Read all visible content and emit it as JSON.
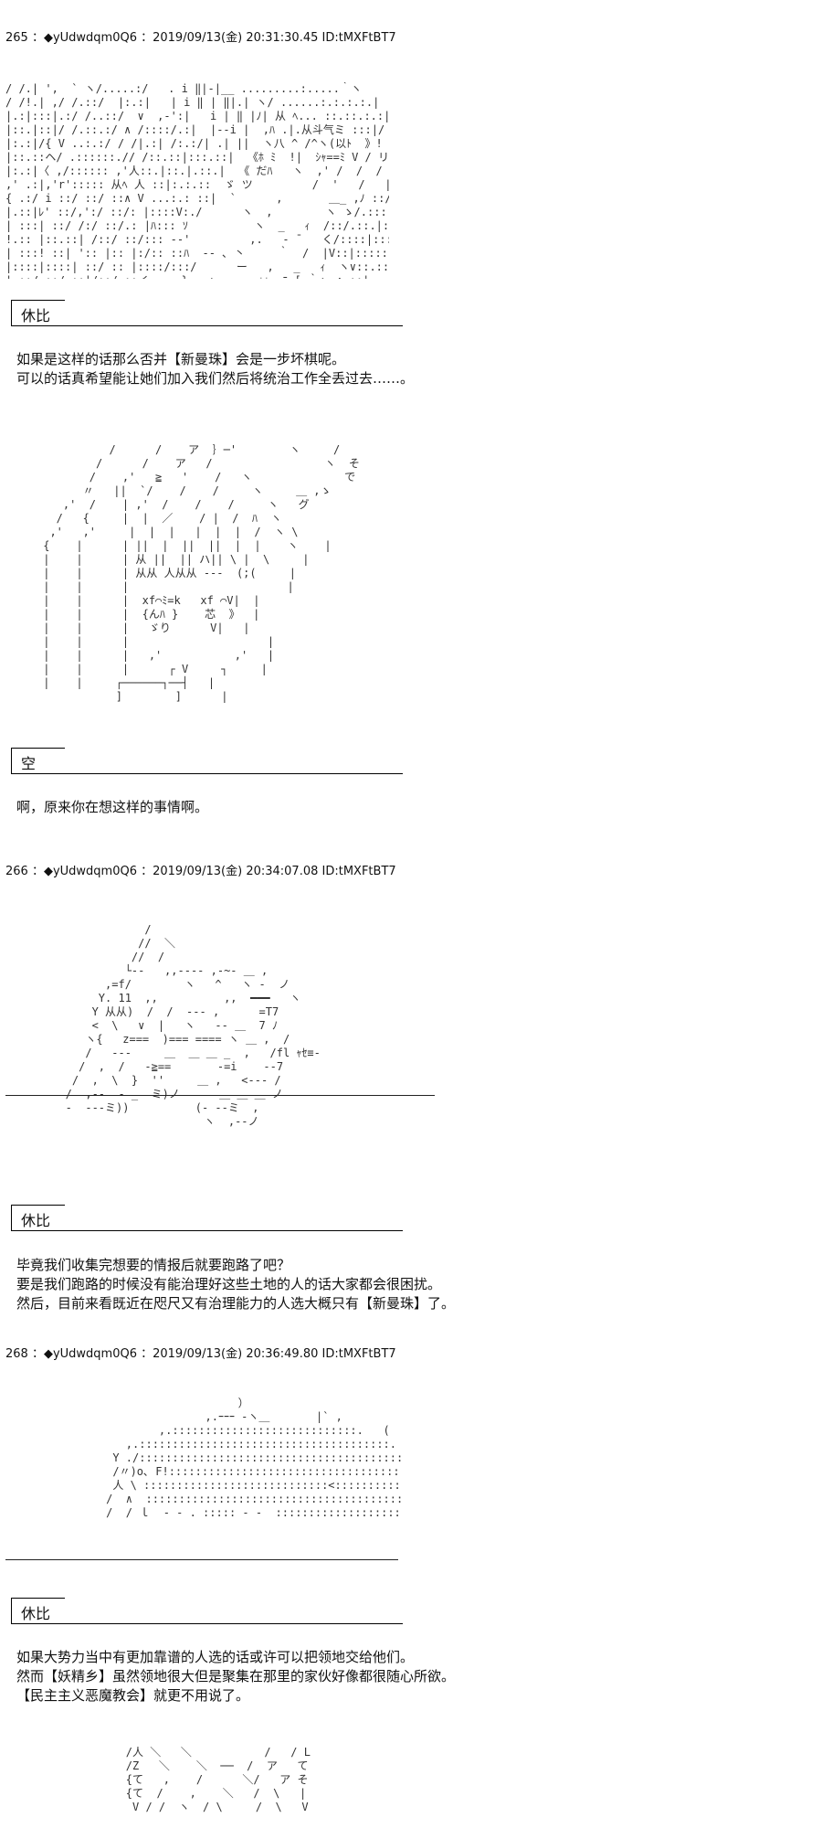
{
  "posts": [
    {
      "header": "265 ：◆yUdwdqm0Q6 ：2019/09/13(金) 20:31:30.45 ID:tMXFtBT7"
    },
    {
      "header": "266 ：◆yUdwdqm0Q6 ：2019/09/13(金) 20:34:07.08 ID:tMXFtBT7"
    },
    {
      "header": "268 ：◆yUdwdqm0Q6 ：2019/09/13(金) 20:36:49.80 ID:tMXFtBT7"
    }
  ],
  "dialogs": [
    {
      "speaker": "休比",
      "lines": [
        "如果是这样的话那么否并【新曼珠】会是一步坏棋呢。",
        "可以的话真希望能让她们加入我们然后将统治工作全丢过去……。"
      ]
    },
    {
      "speaker": "空",
      "lines": [
        "啊，原来你在想这样的事情啊。"
      ]
    },
    {
      "speaker": "休比",
      "lines": [
        "毕竟我们收集完想要的情报后就要跑路了吧？",
        "要是我们跑路的时候没有能治理好这些土地的人的话大家都会很困扰。",
        "然后，目前来看既近在咫尺又有治理能力的人选大概只有【新曼珠】了。"
      ]
    },
    {
      "speaker": "休比",
      "lines": [
        "如果大势力当中有更加靠谱的人选的话或许可以把领地交给他们。",
        "然而【妖精乡】虽然领地很大但是聚集在那里的家伙好像都很随心所欲。",
        "【民主主义恶魔教会】就更不用说了。"
      ]
    }
  ],
  "ascii_art": {
    "aa1": "/ /.| ',  ` ヽ/.....:/   . i ‖|‐|__ .........:.....｀ヽ\n/ /!.| ,/ /.::/  |:.:|   | i ‖ | ‖|.| ヽ/ ......:.:.:.:.| ヽ.V ヽ\n|.:|:::|.:/ /..::/  ∨  ,-':|   i | ‖ |ﾉ| 从 ﾍ... ::.::.:.:| /   \n|::.|::|/ /.::.:/ ∧ /::::/.:|  |‐‐i |  ,ﾊ .|.从斗气ミ :::|/    ゝ\n|:.:|/{ V ..:.:/ / /|.:| /:.:/| .| ||  ヽ八 ^ /^ヽ(以ﾄ  》! :|  /\n|::.::ヘ/ .::::::.// /::.::|:::.::|  《ﾎ ﾐ  !|  ｼｬ==ﾐ V / リ  |:.:|::/  /\n|:.:|〈 ,/:::::: ,'人::.|::.|.::.|  《 だﾊ   ヽ  ,' /  /  /  |〈:.|::.|ﾉ |\n,' .:|,'r'::::: 从ﾍ 人 ::|:.:.::  ゞ ツ         /  '   /   |.::/.:|-‐|\n{ .:/ i ::/ ::/ ::∧ V ...:.: ::|  `      ,       ＿_ ,ﾉ ::/.:: |:::.:|\n|.::|ﾚ' ::/,':/ ::/: |::::V:./      ヽ  ,        ヽ ゝ/.:::|V .::|\n| :::| ::/ /:/ ::/.: |ﾊ::: ｿ          ヽ  _   ｨ  /::/.::.|:::.|\n!.:: |::.::| /::/ ::/::: -‐'         ,.   ‐ ̄    く/::::|:::.:|\n| :::! ::| ':: |:: |:/:: ::ﾊ  -‐ ､ 丶     ｀  /  |V::|:::::|\n|::::|::::| ::/ :: |::::/:::/      ー   ,   _   ｨ  ヽ∨::.::|\n| ::/ ::/.::|/::/ ::イ     }   ヽ  -‐  ｩｩ==ﾆ=[ ｀ヽ ∧ ::|\n|:.:/ ::/:: |:/  /    ,ﾉ   -=ﾆ[ヽ      ヽ /ﾏｨﾊﾉ ﾊ ハ ﾉ",
    "aa2": "           /      /    ア  ｝─'        ヽ     /\n         /      /    ア   /                 ヽ  そ\n        /    ,'   ≧   '    /   ヽ              で\n       〃   ||  `/    /    /     ヽ     ＿ ,ゝ\n    ,'  /    | ,'  /    /    /     ヽ   グ\n   /   {     |  |  ／    / |  /  ﾊ  ヽ\n  ,'   ,'     |  |  |   |  |  |  /  ヽ \\\n {    |      | ||  |  ||  ||  |  |    ヽ    |\n |    |      | 从 ||  || ハ|| \\ |  \\     |\n |    |      | 从从 人从从 ---  (;(     |\n |    |      |                        |\n |    |      |  xf⌒ﾐ=k   xf ⌒V|  |\n |    |      |  {んﾊ }    芯  》  |\n |    |      |   ゞり      V|   |\n |    |      |                     |\n |    |      |   ,'           ,'   |\n |    |      |      ┌ V     ┐     |\n |    |     ┌──────┐──┤   |\n            ]        ]      |",
    "aa3": "               /\n              //  ＼\n             //  /\n            └--   ,,-‐-‐ ,-~‐ ＿ ,\n         ,=f/        ヽ   ^   ヽ ‐  ノ\n        Y. 11  ,,          ,,  ━━━   ヽ\n       Y 从从)  /  /  ‐-‐ ,      =T7\n       <  \\   ∨  |   ヽ   ‐‐ ＿  7 ﾉ\n      ヽ{   z===  )=== ==== ヽ ＿ ,  /\n      /   ---     ＿  ＿ ＿ _  ,   /fl ｬｾ≡-\n     /  ,  /   ‐≧==       -=i    ‐‐7\n    /  ,  \\  }  ''     ＿ ,   <‐‐‐ /\n   /  ,-‐  ‐ _  ミ)ノ      ＿ ＿ ＿ ノ\n   ‐  ‐‐‐ミ))          (‐ ‐‐ミ  ,\n                        ヽ  ,‐‐ノ",
    "aa4": "                         ）\n                    ,.ｰｰｰ ‐ヽ＿       |` ,\n             ,.::::::::::::::::::::::::::::.   (   /\n        ,.::::::::::::::::::::::::::::::::::::::.       /\n      Y ./::::::::::::::::::::::::::::::::::::::::.\n      /〃)o､ F!::::::::::::::::::::::::::::::::::::::::.\n      人 \\ ::::::::::::::::::::::::::::<:::::::::::::::.\n     /  ∧  :::::::::::::::::::::::::::::::::::::::::::\n     /  / ｌ  - - . ::::: - -  ::::::::::::::::::::: |_∧ ＿ - - -",
    "aa5": "        /人 ＼   ＼           /   / L\n        /Z   ＼    ＼  ──  /  ア   て\n        {て   ,    /      ＼/   ア そ\n        {て  /    ,    ＼   /  \\   |\n         V / /  ヽ  / \\     /  \\   V"
  }
}
